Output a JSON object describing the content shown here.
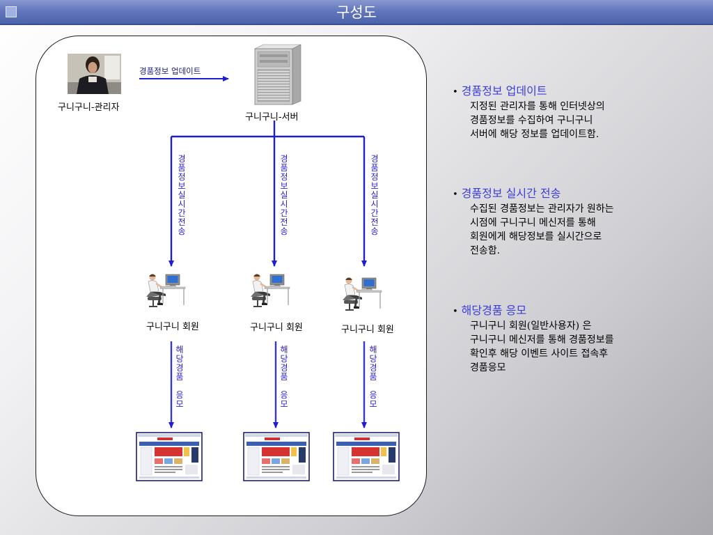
{
  "title": "구성도",
  "diagram": {
    "admin_label": "구니구니-관리자",
    "server_label": "구니구니-서버",
    "update_arrow_label": "경품정보 업데이트",
    "transmit_label": [
      "경",
      "품",
      "정",
      "보",
      "실",
      "시",
      "간",
      "전",
      "송"
    ],
    "members": [
      {
        "label": "구니구니 회원"
      },
      {
        "label": "구니구니 회원"
      },
      {
        "label": "구니구니 회원"
      }
    ],
    "apply_label": [
      "해",
      "당",
      "경",
      "품",
      "응",
      "모"
    ],
    "icons": {
      "admin": "admin-person-icon",
      "server": "server-tower-icon",
      "member": "user-at-computer-icon",
      "event_site": "event-site-screenshot-icon"
    }
  },
  "bullets": [
    {
      "heading": "경품정보 업데이트",
      "body": "지정된 관리자를 통해 인터넷상의\n경품정보를 수집하여 구니구니\n서버에 해당 정보를 업데이트함."
    },
    {
      "heading": "경품정보 실시간 전송",
      "body": "수집된 경품정보는 관리자가 원하는\n시점에 구니구니 메신저를 통해\n회원에게 해당정보를 실시간으로\n전송함."
    },
    {
      "heading": "해당경품 응모",
      "body": "구니구니 회원(일반사용자) 은\n구니구니 메신저를 통해 경품정보를\n확인후 해당 이벤트 사이트 접속후\n경품응모"
    }
  ],
  "colors": {
    "title_bar": "#5a6fb8",
    "arrow": "#1e1ed0",
    "heading": "#3c3cd8"
  }
}
